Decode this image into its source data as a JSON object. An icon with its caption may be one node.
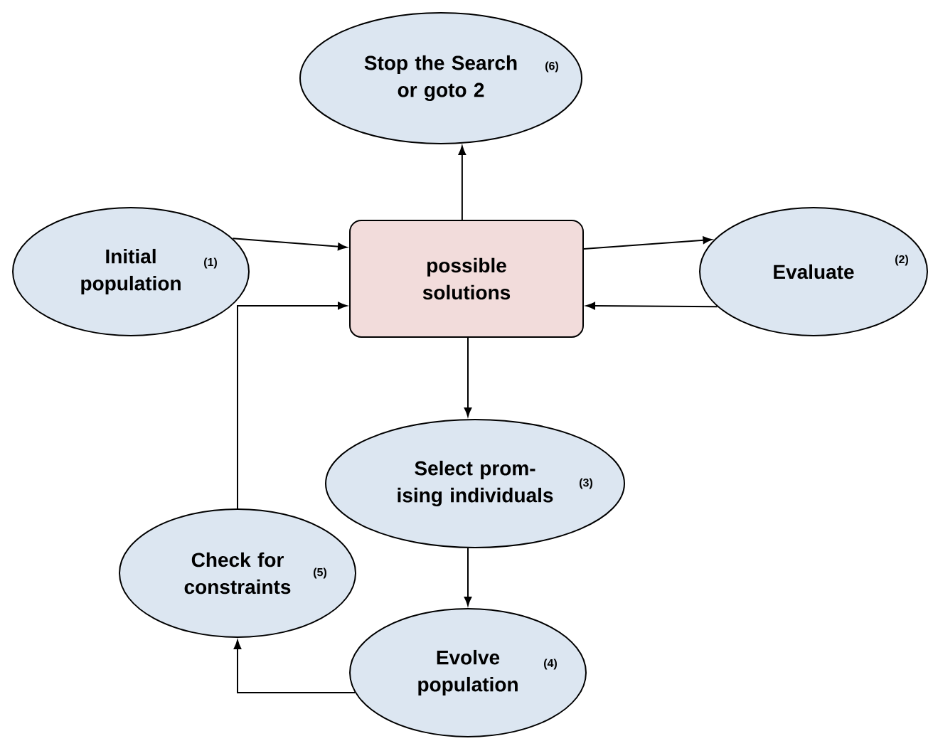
{
  "diagram": {
    "nodes": [
      {
        "text": [
          "Stop the Search or goto 2",
          "(6)"
        ]
      },
      {
        "text": [
          "Initial population",
          "(1)"
        ]
      },
      {
        "text": [
          "possible solutions"
        ]
      },
      {
        "text": [
          "Evaluate",
          "(2)"
        ]
      },
      {
        "text": [
          "Select prom- ising individuals",
          "(3)"
        ]
      },
      {
        "text": [
          "Check for constraints",
          "(5)"
        ]
      },
      {
        "text": [
          "Evolve population",
          "(4)"
        ]
      }
    ],
    "edges": [
      {
        "from": 1,
        "to": 2,
        "arrow": "to"
      },
      {
        "from": 2,
        "to": 3,
        "arrow": "to"
      },
      {
        "from": 3,
        "to": 2,
        "arrow": "to"
      },
      {
        "from": 2,
        "to": 0,
        "arrow": "to"
      },
      {
        "from": 2,
        "to": 4,
        "arrow": "to"
      },
      {
        "from": 4,
        "to": 6,
        "arrow": "to"
      },
      {
        "from": 6,
        "to": 5,
        "arrow": "to"
      },
      {
        "from": 5,
        "to": 2,
        "arrow": "to"
      }
    ]
  }
}
